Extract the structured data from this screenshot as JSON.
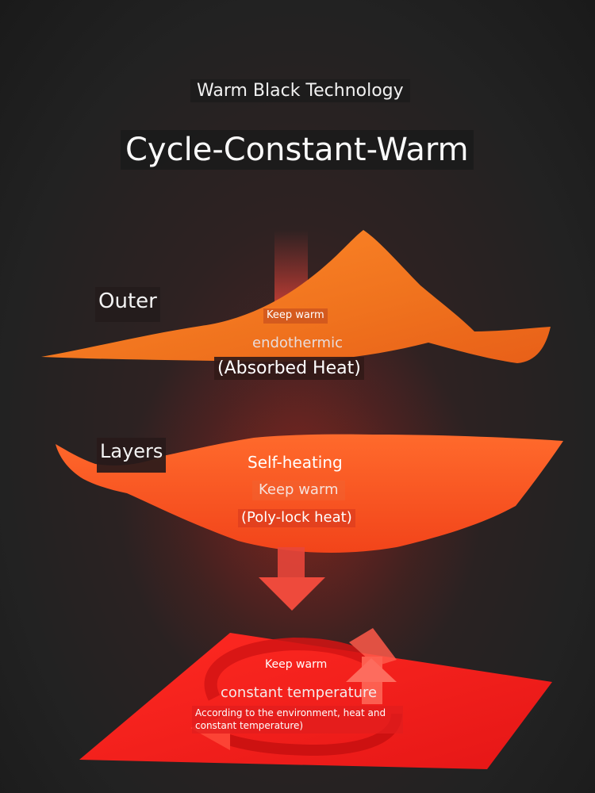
{
  "header": {
    "subtitle": "Warm Black Technology",
    "title": "Cycle-Constant-Warm"
  },
  "outer_layer": {
    "label": "Outer",
    "keep_warm": "Keep warm",
    "mode": "endothermic",
    "detail": "(Absorbed Heat)"
  },
  "middle_layer": {
    "label": "Layers",
    "mode": "Self-heating",
    "keep_warm": "Keep warm",
    "detail": "(Poly-lock heat)"
  },
  "inner_layer": {
    "keep_warm": "Keep warm",
    "mode": "constant temperature",
    "detail": "According to the environment, heat and constant temperature)"
  },
  "colors": {
    "background": "#222222",
    "outer_layer": "#f0731e",
    "middle_layer": "#f5501f",
    "inner_layer": "#ee1c1c",
    "arrow": "#e8463a"
  }
}
